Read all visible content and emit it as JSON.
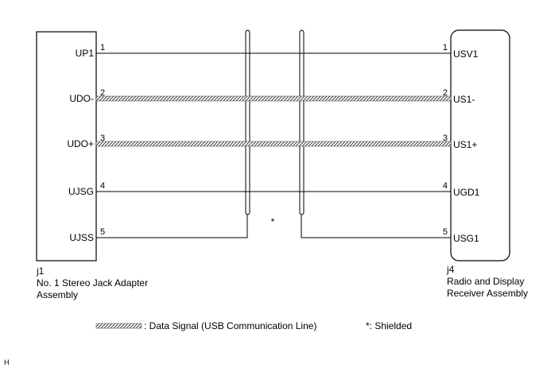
{
  "left_component": {
    "id": "j1",
    "name_line1": "No. 1 Stereo Jack Adapter",
    "name_line2": "Assembly"
  },
  "right_component": {
    "id": "j4",
    "name_line1": "Radio and Display",
    "name_line2": "Receiver Assembly"
  },
  "wires": [
    {
      "left_pin": "1",
      "left_signal": "UP1",
      "right_pin": "1",
      "right_signal": "USV1",
      "type": "plain"
    },
    {
      "left_pin": "2",
      "left_signal": "UDO-",
      "right_pin": "2",
      "right_signal": "US1-",
      "type": "data"
    },
    {
      "left_pin": "3",
      "left_signal": "UDO+",
      "right_pin": "3",
      "right_signal": "US1+",
      "type": "data"
    },
    {
      "left_pin": "4",
      "left_signal": "UJSG",
      "right_pin": "4",
      "right_signal": "UGD1",
      "type": "plain"
    },
    {
      "left_pin": "5",
      "left_signal": "UJSS",
      "right_pin": "5",
      "right_signal": "USG1",
      "type": "shield"
    }
  ],
  "shield_mark": "*",
  "legend": {
    "data_signal": ": Data Signal (USB Communication Line)",
    "shielded": "*: Shielded"
  },
  "corner_label": "H"
}
